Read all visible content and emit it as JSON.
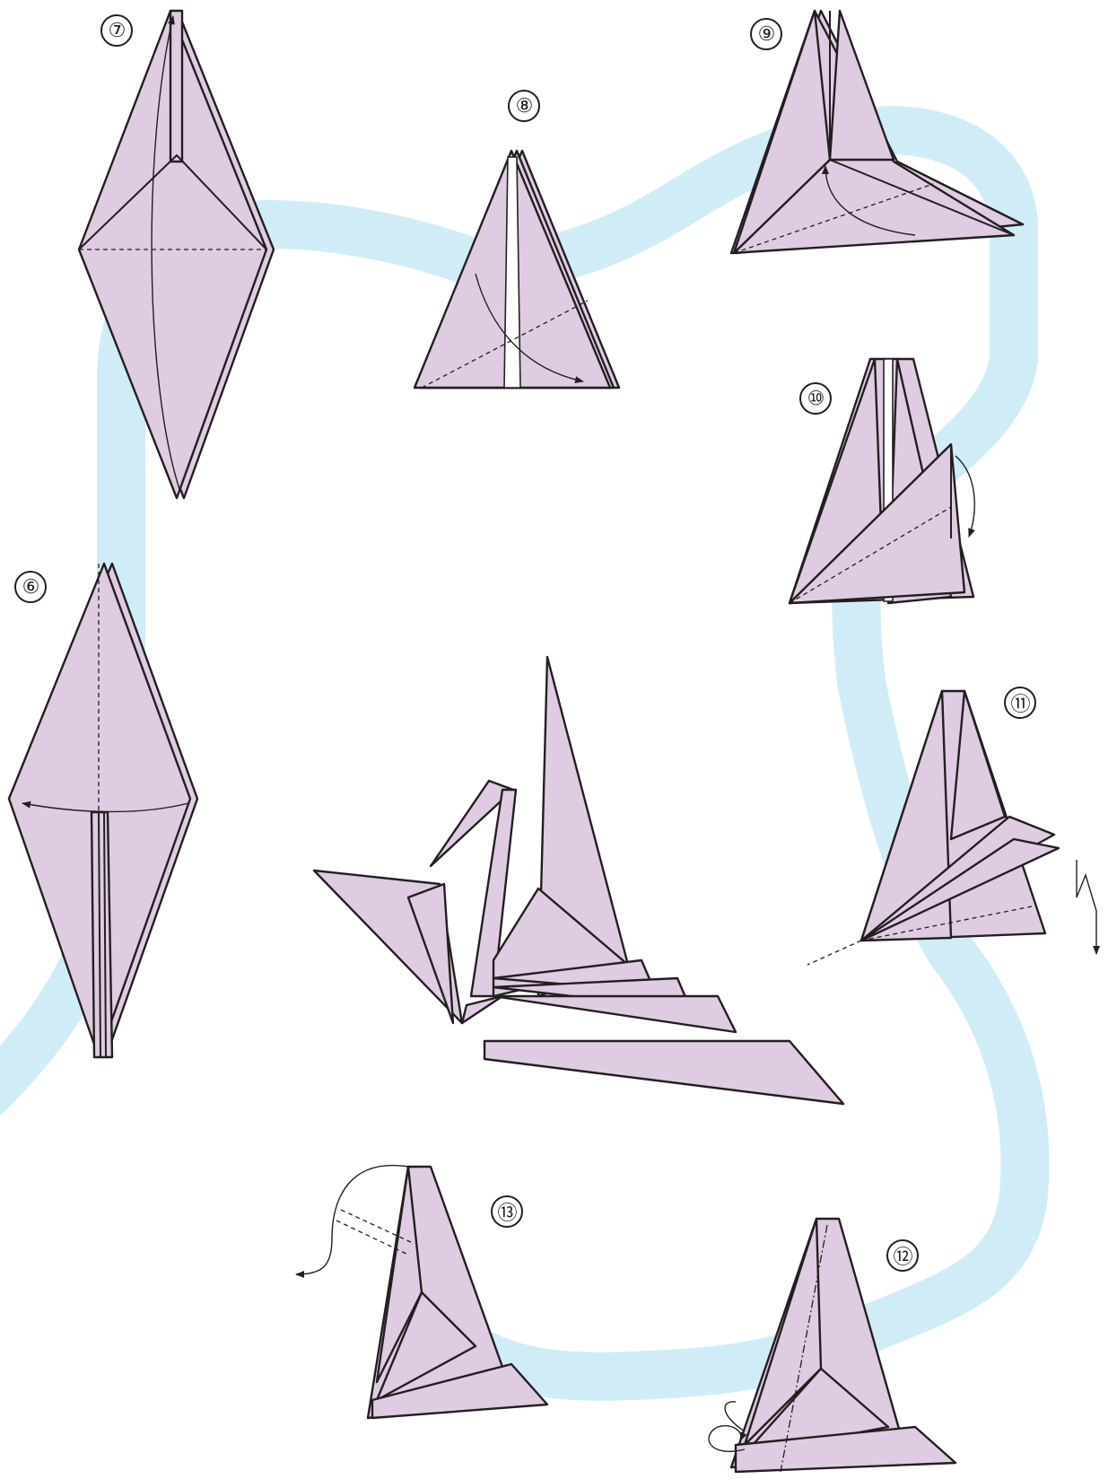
{
  "steps": [
    {
      "id": "6",
      "label": "⑥"
    },
    {
      "id": "7",
      "label": "⑦"
    },
    {
      "id": "8",
      "label": "⑧"
    },
    {
      "id": "9",
      "label": "⑨"
    },
    {
      "id": "10",
      "label": "⑩"
    },
    {
      "id": "11",
      "label": "⑪"
    },
    {
      "id": "12",
      "label": "⑫"
    },
    {
      "id": "13",
      "label": "⑬"
    }
  ],
  "colors": {
    "paper": "#dfcce2",
    "path": "#d0ecf7",
    "line": "#231f20"
  }
}
